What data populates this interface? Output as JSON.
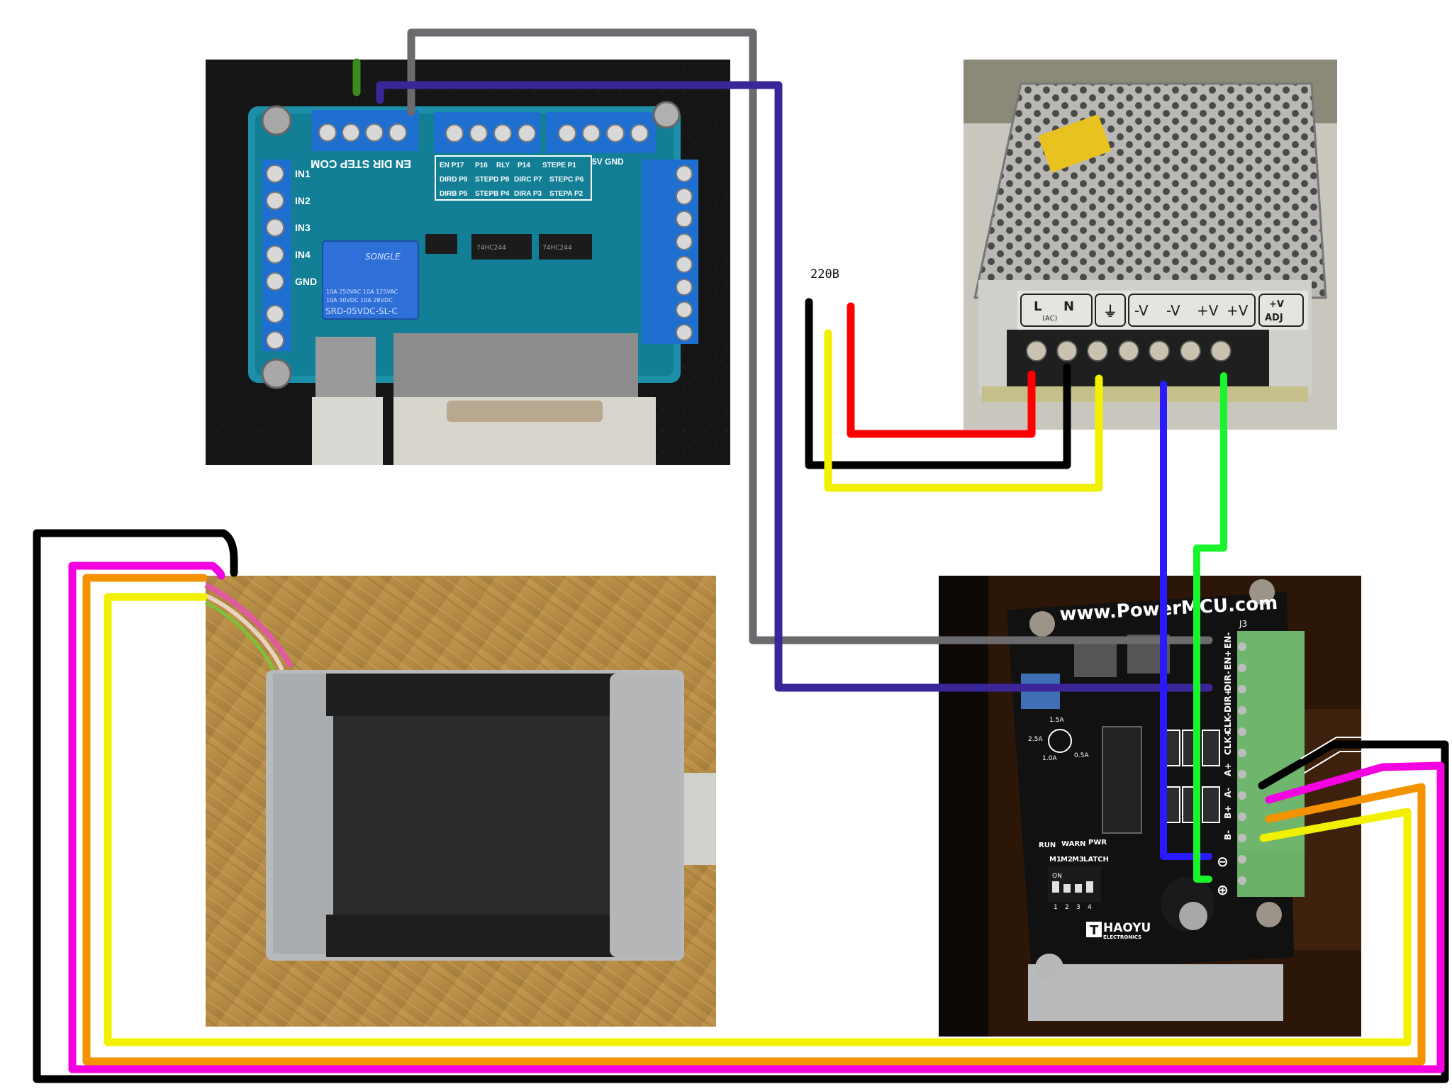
{
  "voltage_label": "220B",
  "colors": {
    "wire_black": "#000000",
    "wire_red": "#ff0000",
    "wire_yellow": "#f0f000",
    "wire_blue": "#2a1aff",
    "wire_green": "#19f52d",
    "wire_grey": "#6b6a6e",
    "wire_dark_blue": "#3a2599",
    "wire_dark_green": "#3c8a1a",
    "wire_magenta": "#f500e0",
    "wire_orange": "#f59200"
  },
  "breakout_board": {
    "top_terminals": "EN DIR STEP COM",
    "side_labels": [
      "IN1",
      "IN2",
      "IN3",
      "IN4",
      "GND"
    ],
    "pin_table": [
      [
        "EN P17",
        "P16",
        "RLY",
        "P14",
        "STEPE P1"
      ],
      [
        "DIRD P9",
        "STEPD P8",
        "DIRC P7",
        "STEPC P6"
      ],
      [
        "DIRB P5",
        "STEPB P4",
        "DIRA P3",
        "STEPA P2"
      ]
    ],
    "relay": {
      "brand": "SONGLE",
      "rating1": "10A 250VAC  10A 125VAC",
      "rating2": "10A 30VDC  10A 28VDC",
      "model": "SRD-05VDC-SL-C"
    },
    "connector_label": "5V GND",
    "ic_label": "74HC244"
  },
  "power_supply": {
    "terminal_labels": [
      "L",
      "N",
      "(AC)",
      "⏚",
      "-V",
      "-V",
      "+V",
      "+V",
      "+V",
      "ADJ"
    ]
  },
  "driver_board": {
    "url": "www.PowerMCU.com",
    "terminal_labels": [
      "EN-",
      "EN+",
      "DIR-",
      "DIR+",
      "CLK-",
      "CLK+",
      "A+",
      "A-",
      "B+",
      "B-"
    ],
    "power_symbols": [
      "⊖",
      "⊕"
    ],
    "connector_id": "J3",
    "leds": [
      "RUN",
      "WARN",
      "PWR"
    ],
    "switches": [
      "M1",
      "M2",
      "M3",
      "LATCH"
    ],
    "switch_on": "ON",
    "switch_numbers": [
      "1",
      "2",
      "3",
      "4"
    ],
    "brand": "HAOYU",
    "brand_sub": "ELECTRONICS",
    "current_labels": [
      "1.5A",
      "2.5A",
      "1.0A",
      "0.5A"
    ]
  }
}
